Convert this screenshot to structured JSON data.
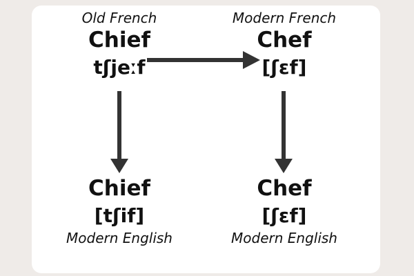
{
  "nodes": {
    "old_french": {
      "label": "Old French",
      "word": "Chief",
      "ipa": "tʃjeːf"
    },
    "modern_french": {
      "label": "Modern French",
      "word": "Chef",
      "ipa": "[ʃɛf]"
    },
    "modern_english_1": {
      "word": "Chief",
      "ipa": "[tʃif]",
      "label": "Modern English"
    },
    "modern_english_2": {
      "word": "Chef",
      "ipa": "[ʃɛf]",
      "label": "Modern English"
    }
  },
  "colors": {
    "background": "#efebe8",
    "card": "#ffffff",
    "text": "#111111",
    "arrow": "#333333"
  }
}
